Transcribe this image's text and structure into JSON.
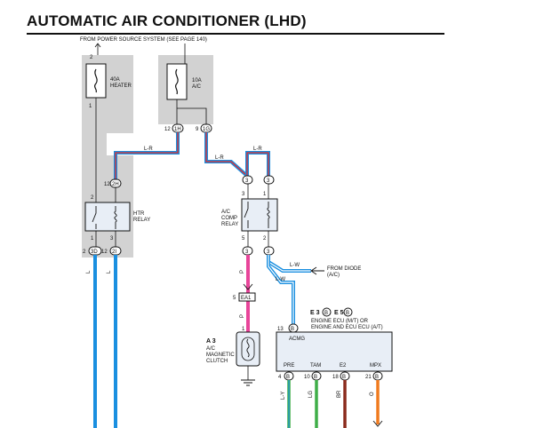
{
  "title": "AUTOMATIC AIR CONDITIONER (LHD)",
  "power_source": "FROM POWER SOURCE SYSTEM (SEE PAGE 140)",
  "fuses": [
    {
      "pin": "2",
      "rating": "40A",
      "name": "HEATER"
    },
    {
      "pin": "",
      "rating": "10A",
      "name": "A/C"
    }
  ],
  "fuse_pins": {
    "heater_bottom": "1"
  },
  "connectors": {
    "c_1h": "1H",
    "c_1g": "1G",
    "c_2h": "2H",
    "c_2i": "2I",
    "c_3d": "3D",
    "c_3": "3",
    "c_ea1": "EA1",
    "c_b": "B",
    "c_e5": "E5",
    "c_e3": "E3"
  },
  "pin_nums": {
    "p12a": "12",
    "p9": "9",
    "p12b": "12",
    "p2": "2",
    "p12c": "12",
    "p3a": "3",
    "p3b": "3",
    "p5": "5",
    "p2b": "2",
    "p1": "1",
    "p3c": "3",
    "p5b": "5",
    "p1b": "1",
    "p13": "13",
    "p4": "4",
    "p10": "10",
    "p18": "18",
    "p21": "21"
  },
  "relays": {
    "htr": {
      "line1": "HTR",
      "line2": "RELAY"
    },
    "ac": {
      "line1": "A/C",
      "line2": "COMP",
      "line3": "RELAY"
    }
  },
  "wire_labels": {
    "lr1": "L-R",
    "lr2": "L-R",
    "lr3": "L-R",
    "lw1": "L-W",
    "lw2": "L-W",
    "l1": "L",
    "l2": "L",
    "p1": "P",
    "p2": "P",
    "ly": "L-Y",
    "lg": "LG",
    "br": "BR",
    "o": "O"
  },
  "diode": {
    "line1": "FROM DIODE",
    "line2": "(A/C)"
  },
  "clutch": {
    "code": "A 3",
    "line1": "A/C",
    "line2": "MAGNETIC",
    "line3": "CLUTCH"
  },
  "ecu": {
    "code_e3": "E 3",
    "code_e5": "E 5",
    "line1": "ENGINE ECU (M/T) OR",
    "line2": "ENGINE AND ECU ECU (A/T)",
    "terminal": "ACMG",
    "pins": [
      "PRE",
      "TAM",
      "E2",
      "MPX"
    ]
  },
  "colors": {
    "blue": "#1a8fe0",
    "pink": "#e8459a",
    "red": "#e02a2a",
    "green": "#3fae48",
    "brown": "#8b2a1c",
    "orange": "#f07a1e",
    "grey": "#cfcfcf"
  }
}
